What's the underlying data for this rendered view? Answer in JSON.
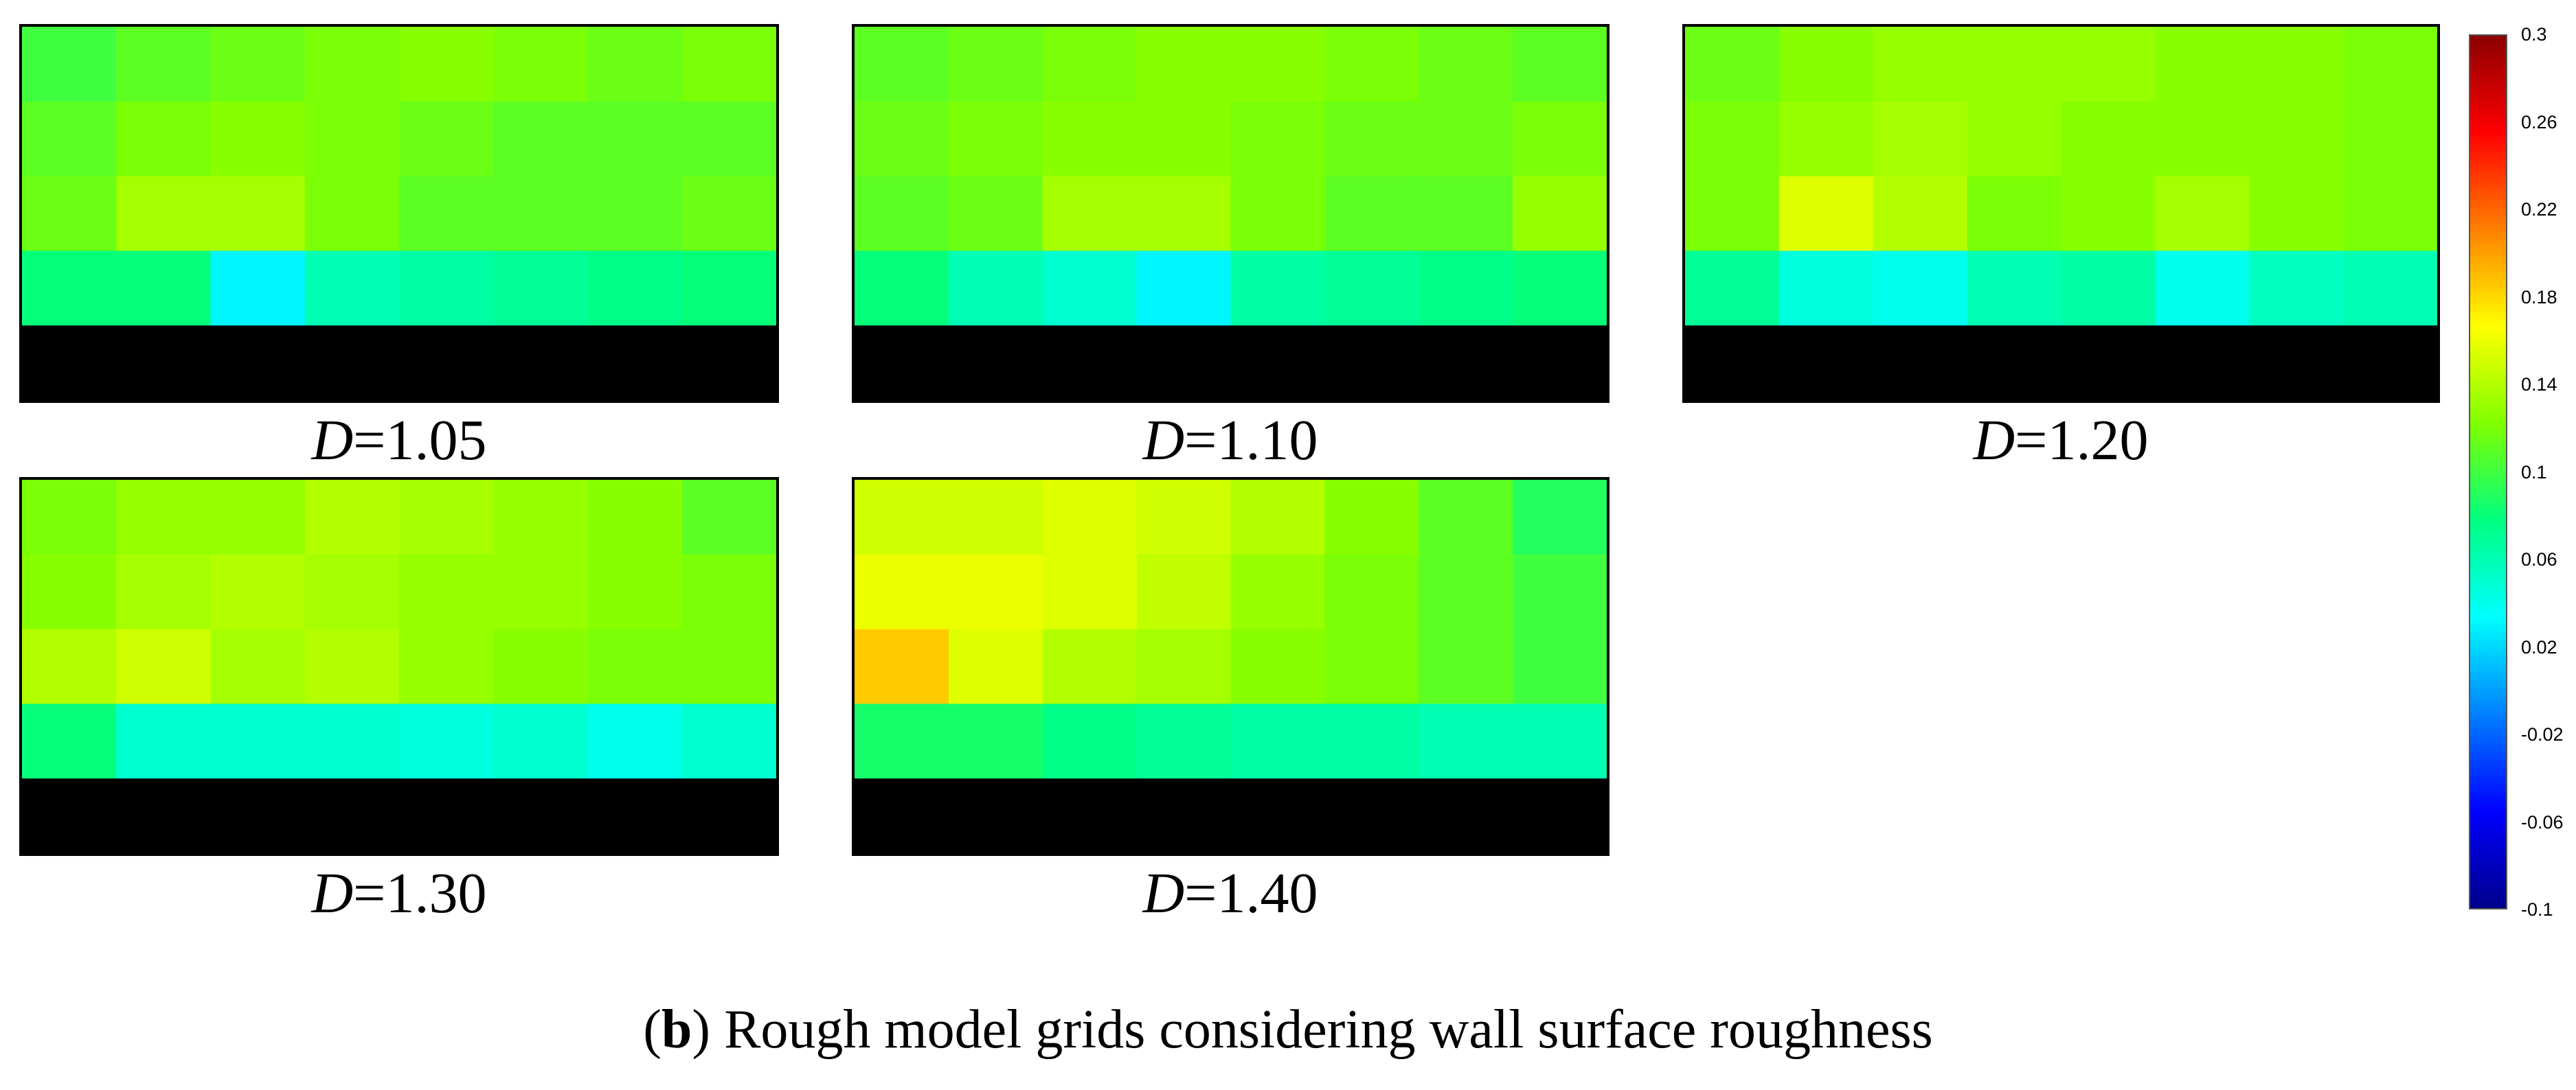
{
  "chart_data": [
    {
      "type": "heatmap",
      "panel_label_var": "D",
      "panel_label_value": "=1.05",
      "rows": 5,
      "cols": 8,
      "values": [
        [
          0.1,
          0.11,
          0.115,
          0.12,
          0.125,
          0.12,
          0.115,
          0.12
        ],
        [
          0.11,
          0.12,
          0.125,
          0.12,
          0.115,
          0.11,
          0.11,
          0.11
        ],
        [
          0.115,
          0.135,
          0.135,
          0.12,
          0.11,
          0.11,
          0.11,
          0.115
        ],
        [
          0.08,
          0.08,
          0.03,
          0.06,
          0.065,
          0.07,
          0.075,
          0.08
        ],
        [
          null,
          null,
          null,
          null,
          null,
          null,
          null,
          null
        ]
      ]
    },
    {
      "type": "heatmap",
      "panel_label_var": "D",
      "panel_label_value": "=1.10",
      "rows": 5,
      "cols": 8,
      "values": [
        [
          0.11,
          0.115,
          0.12,
          0.125,
          0.125,
          0.12,
          0.115,
          0.11
        ],
        [
          0.115,
          0.12,
          0.125,
          0.125,
          0.12,
          0.115,
          0.115,
          0.12
        ],
        [
          0.11,
          0.115,
          0.135,
          0.135,
          0.12,
          0.11,
          0.11,
          0.13
        ],
        [
          0.08,
          0.06,
          0.05,
          0.03,
          0.065,
          0.07,
          0.075,
          0.08
        ],
        [
          null,
          null,
          null,
          null,
          null,
          null,
          null,
          null
        ]
      ]
    },
    {
      "type": "heatmap",
      "panel_label_var": "D",
      "panel_label_value": "=1.20",
      "rows": 5,
      "cols": 8,
      "values": [
        [
          0.115,
          0.125,
          0.13,
          0.13,
          0.13,
          0.125,
          0.125,
          0.12
        ],
        [
          0.12,
          0.13,
          0.135,
          0.13,
          0.125,
          0.125,
          0.125,
          0.12
        ],
        [
          0.12,
          0.155,
          0.14,
          0.12,
          0.125,
          0.135,
          0.125,
          0.12
        ],
        [
          0.07,
          0.045,
          0.04,
          0.06,
          0.065,
          0.04,
          0.055,
          0.06
        ],
        [
          null,
          null,
          null,
          null,
          null,
          null,
          null,
          null
        ]
      ]
    },
    {
      "type": "heatmap",
      "panel_label_var": "D",
      "panel_label_value": "=1.30",
      "rows": 5,
      "cols": 8,
      "values": [
        [
          0.12,
          0.13,
          0.13,
          0.14,
          0.135,
          0.13,
          0.125,
          0.11
        ],
        [
          0.125,
          0.135,
          0.14,
          0.135,
          0.13,
          0.13,
          0.125,
          0.12
        ],
        [
          0.14,
          0.15,
          0.135,
          0.14,
          0.13,
          0.125,
          0.12,
          0.12
        ],
        [
          0.08,
          0.05,
          0.05,
          0.05,
          0.045,
          0.05,
          0.04,
          0.05
        ],
        [
          null,
          null,
          null,
          null,
          null,
          null,
          null,
          null
        ]
      ]
    },
    {
      "type": "heatmap",
      "panel_label_var": "D",
      "panel_label_value": "=1.40",
      "rows": 5,
      "cols": 8,
      "values": [
        [
          0.15,
          0.15,
          0.155,
          0.15,
          0.14,
          0.125,
          0.11,
          0.09
        ],
        [
          0.16,
          0.16,
          0.155,
          0.145,
          0.13,
          0.12,
          0.11,
          0.1
        ],
        [
          0.185,
          0.155,
          0.14,
          0.135,
          0.125,
          0.12,
          0.11,
          0.1
        ],
        [
          0.085,
          0.085,
          0.075,
          0.07,
          0.065,
          0.065,
          0.06,
          0.06
        ],
        [
          null,
          null,
          null,
          null,
          null,
          null,
          null,
          null
        ]
      ]
    }
  ],
  "colorbar": {
    "ticks": [
      "0.3",
      "0.26",
      "0.22",
      "0.18",
      "0.14",
      "0.1",
      "0.06",
      "0.02",
      "-0.02",
      "-0.06",
      "-0.1"
    ],
    "min": -0.1,
    "max": 0.3,
    "colors": [
      "#00008b",
      "#0000ff",
      "#0080ff",
      "#00ffff",
      "#00ff80",
      "#80ff00",
      "#ffff00",
      "#ff8000",
      "#ff0000",
      "#8b0000"
    ]
  },
  "empty_cell_color": "#000000",
  "caption": {
    "open": "(",
    "bold": "b",
    "rest": ") Rough model grids considering wall surface roughness"
  }
}
